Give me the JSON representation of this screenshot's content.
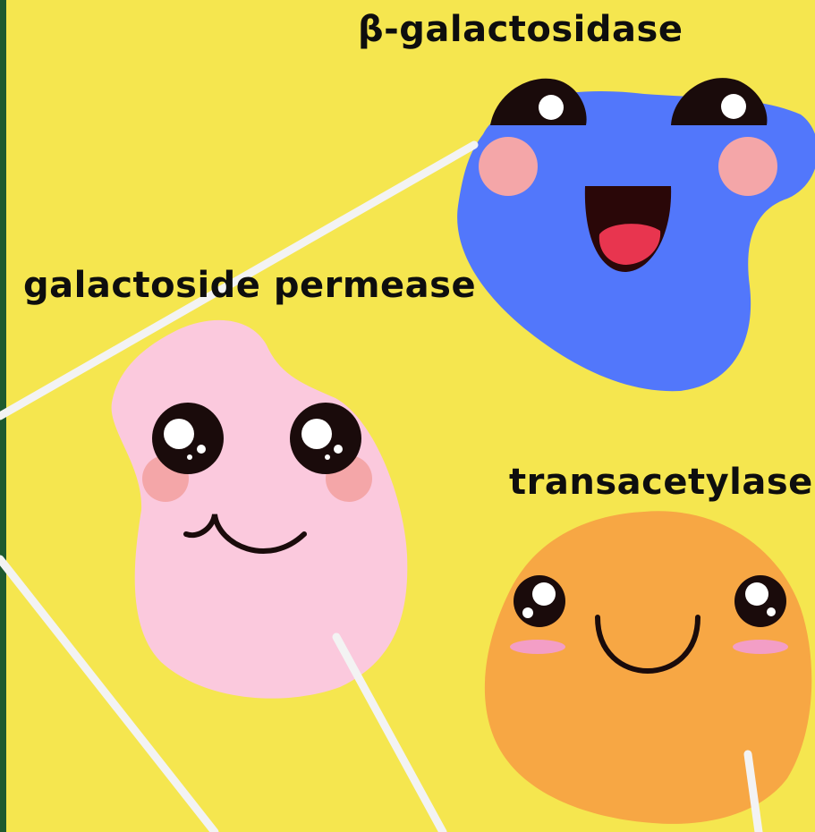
{
  "labels": {
    "beta_galactosidase": "β-galactosidase",
    "galactoside_permease": "galactoside permease",
    "transacetylase": "transacetylase"
  },
  "colors": {
    "background": "#f5e64f",
    "left_border": "#1f5a2e",
    "blue_blob": "#5277fb",
    "pink_blob": "#fbc9dd",
    "orange_blob": "#f7a744",
    "cheek": "#f4a6a8",
    "line": "#f3f3f3",
    "face_dark": "#1a0b0b",
    "tongue": "#e8354f"
  }
}
